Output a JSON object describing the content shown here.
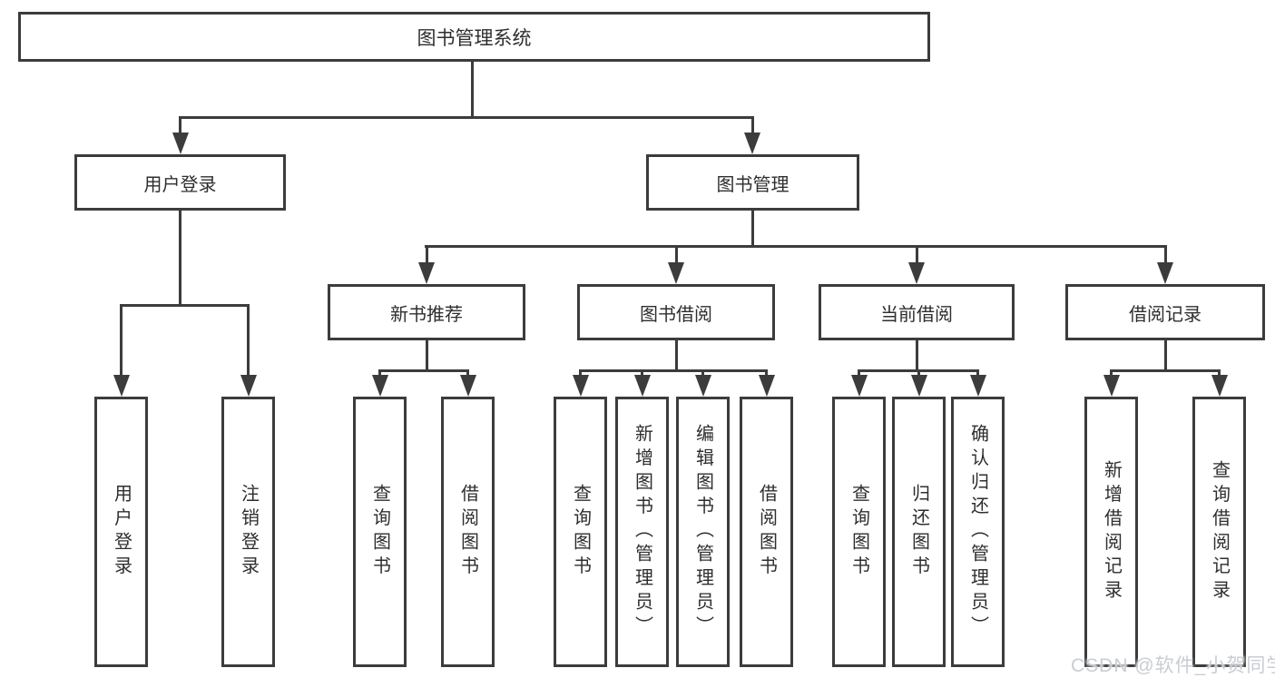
{
  "root": {
    "label": "图书管理系统"
  },
  "branches": [
    {
      "label": "用户登录",
      "children": [
        {
          "label": "用户登录"
        },
        {
          "label": "注销登录"
        }
      ]
    },
    {
      "label": "图书管理",
      "children": [
        {
          "label": "新书推荐",
          "children": [
            {
              "label": "查询图书"
            },
            {
              "label": "借阅图书"
            }
          ]
        },
        {
          "label": "图书借阅",
          "children": [
            {
              "label": "查询图书"
            },
            {
              "label": "新增图书（管理员）"
            },
            {
              "label": "编辑图书（管理员）"
            },
            {
              "label": "借阅图书"
            }
          ]
        },
        {
          "label": "当前借阅",
          "children": [
            {
              "label": "查询图书"
            },
            {
              "label": "归还图书"
            },
            {
              "label": "确认归还（管理员）"
            }
          ]
        },
        {
          "label": "借阅记录",
          "children": [
            {
              "label": "新增借阅记录"
            },
            {
              "label": "查询借阅记录"
            }
          ]
        }
      ]
    }
  ],
  "watermark": {
    "text": "CSDN @软件_小贺同学"
  },
  "colors": {
    "line": "#3c3c3c",
    "text": "#2e2e2e",
    "wm": "#c9cdd3",
    "bg": "#ffffff"
  }
}
